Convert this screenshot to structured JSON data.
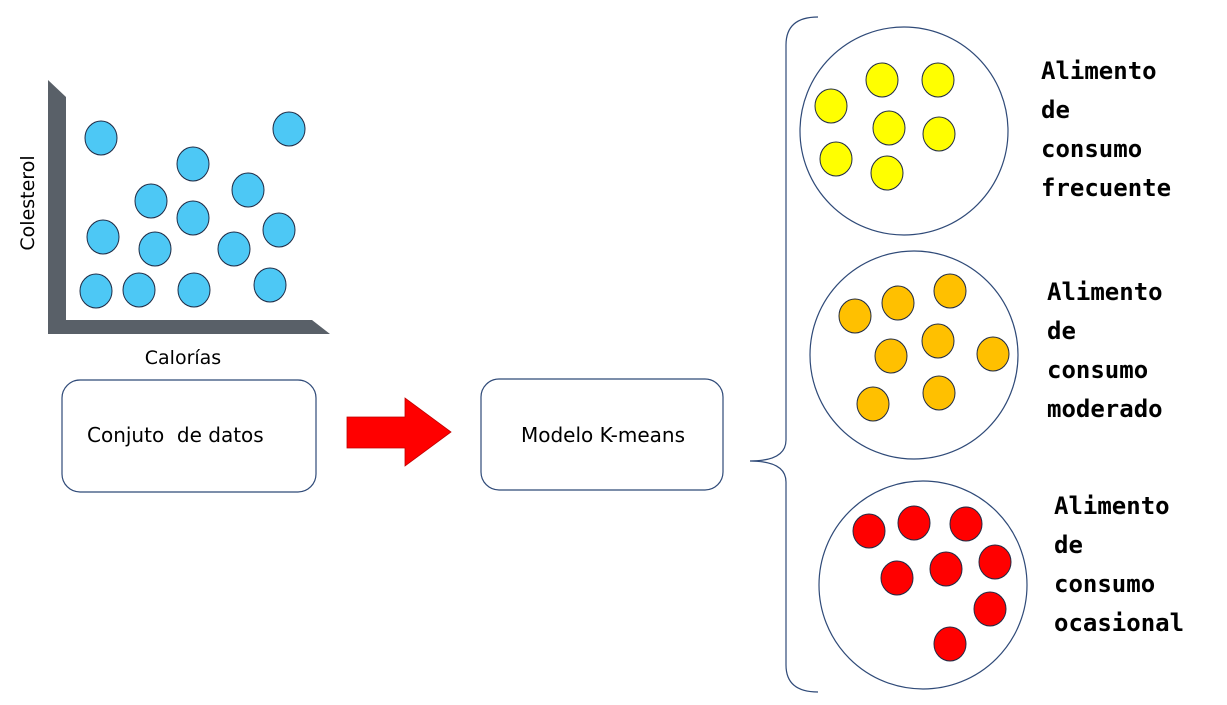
{
  "scatter": {
    "xlabel": "Calorías",
    "ylabel": "Colesterol"
  },
  "boxes": {
    "dataset_label": "Conjuto  de datos",
    "model_label": "Modelo K-means"
  },
  "clusters": [
    {
      "lines": [
        "Alimento",
        "de",
        "consumo",
        "frecuente"
      ],
      "color": "#ffff00"
    },
    {
      "lines": [
        "Alimento",
        "de",
        "consumo",
        "moderado"
      ],
      "color": "#ffc000"
    },
    {
      "lines": [
        "Alimento",
        "de",
        "consumo",
        "ocasional"
      ],
      "color": "#ff0000"
    }
  ],
  "colors": {
    "data_point": "#4dc8f5",
    "arrow": "#ff0000",
    "axis": "#596068",
    "box_border": "#2f4a78"
  }
}
